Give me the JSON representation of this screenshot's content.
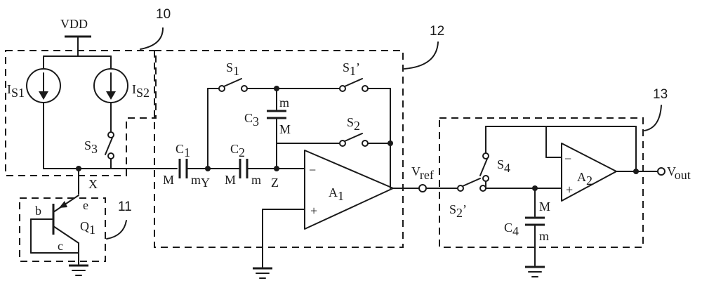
{
  "supply": {
    "label": "VDD"
  },
  "blocks": {
    "b10": "10",
    "b11": "11",
    "b12": "12",
    "b13": "13"
  },
  "sources": {
    "is1": {
      "main": "I",
      "sub": "S1"
    },
    "is2": {
      "main": "I",
      "sub": "S2"
    }
  },
  "switches": {
    "s3": {
      "main": "S",
      "sub": "3",
      "prime": ""
    },
    "s1": {
      "main": "S",
      "sub": "1",
      "prime": ""
    },
    "s1p": {
      "main": "S",
      "sub": "1",
      "prime": "’"
    },
    "s2": {
      "main": "S",
      "sub": "2",
      "prime": ""
    },
    "s2p": {
      "main": "S",
      "sub": "2",
      "prime": "’"
    },
    "s4": {
      "main": "S",
      "sub": "4",
      "prime": ""
    }
  },
  "capacitors": {
    "c1": {
      "main": "C",
      "sub": "1",
      "plate_a": "M",
      "plate_b": "m"
    },
    "c2": {
      "main": "C",
      "sub": "2",
      "plate_a": "M",
      "plate_b": "m"
    },
    "c3": {
      "main": "C",
      "sub": "3",
      "plate_a": "m",
      "plate_b": "M"
    },
    "c4": {
      "main": "C",
      "sub": "4",
      "plate_a": "M",
      "plate_b": "m"
    }
  },
  "nodes": {
    "x": "X",
    "y": "Y",
    "z": "Z"
  },
  "transistor": {
    "main": "Q",
    "sub": "1",
    "base": "b",
    "emitter": "e",
    "collector": "c"
  },
  "opamps": {
    "a1": {
      "main": "A",
      "sub": "1",
      "minus": "−",
      "plus": "+"
    },
    "a2": {
      "main": "A",
      "sub": "2",
      "minus": "−",
      "plus": "+"
    }
  },
  "ports": {
    "vref": {
      "main": "V",
      "sub": "ref"
    },
    "vout": {
      "main": "V",
      "sub": "out"
    }
  }
}
